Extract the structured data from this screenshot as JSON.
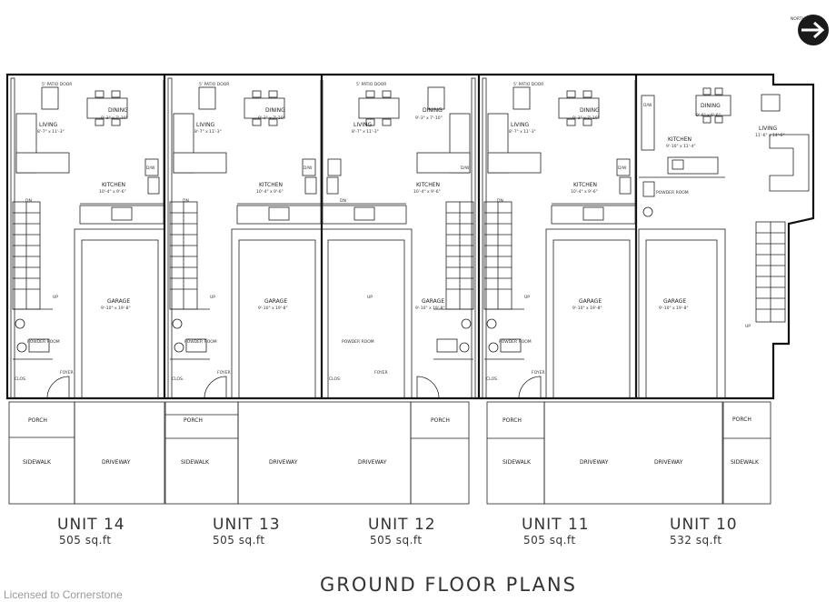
{
  "title": "GROUND FLOOR PLANS",
  "watermark": "Licensed to Cornerstone",
  "compass": {
    "label": "NORTH",
    "icon": "north-arrow-icon"
  },
  "units": [
    {
      "name": "UNIT 14",
      "area": "505 sq.ft",
      "rooms": {
        "patio": "5' PATIO DOOR",
        "dining": "DINING",
        "dining_dim": "9'-3\" x 7'-10\"",
        "living": "LIVING",
        "living_dim": "8'-7\" x 11'-3\"",
        "kitchen": "KITCHEN",
        "kitchen_dim": "10'-4\" x 9'-6\"",
        "garage": "GARAGE",
        "garage_dim": "9'-10\" x 19'-8\"",
        "dw": "D/W",
        "dn": "DN",
        "up": "UP",
        "powder": "POWDER ROOM",
        "clos": "CLOS.",
        "foyer": "FOYER"
      },
      "porch": "PORCH",
      "sidewalk": "SIDEWALK",
      "driveway": "DRIVEWAY"
    },
    {
      "name": "UNIT 13",
      "area": "505 sq.ft",
      "rooms": {
        "patio": "5' PATIO DOOR",
        "dining": "DINING",
        "dining_dim": "9'-3\" x 7'-10\"",
        "living": "LIVING",
        "living_dim": "8'-7\" x 11'-3\"",
        "kitchen": "KITCHEN",
        "kitchen_dim": "10'-4\" x 9'-6\"",
        "garage": "GARAGE",
        "garage_dim": "9'-10\" x 19'-8\"",
        "dw": "D/W",
        "dn": "DN",
        "up": "UP",
        "powder": "POWDER ROOM",
        "clos": "CLOS.",
        "foyer": "FOYER"
      },
      "porch": "PORCH",
      "sidewalk": "SIDEWALK",
      "driveway": "DRIVEWAY"
    },
    {
      "name": "UNIT 12",
      "area": "505 sq.ft",
      "rooms": {
        "patio": "5' PATIO DOOR",
        "dining": "DINING",
        "dining_dim": "9'-3\" x 7'-10\"",
        "living": "LIVING",
        "living_dim": "8'-7\" x 11'-3\"",
        "kitchen": "KITCHEN",
        "kitchen_dim": "10'-4\" x 9'-6\"",
        "garage": "GARAGE",
        "garage_dim": "9'-10\" x 19'-8\"",
        "dw": "D/W",
        "dn": "DN",
        "up": "UP",
        "powder": "POWDER ROOM",
        "clos": "CLOS.",
        "foyer": "FOYER"
      },
      "porch": "PORCH",
      "sidewalk": "",
      "driveway": "DRIVEWAY"
    },
    {
      "name": "UNIT 11",
      "area": "505 sq.ft",
      "rooms": {
        "patio": "5' PATIO DOOR",
        "dining": "DINING",
        "dining_dim": "9'-3\" x 7'-10\"",
        "living": "LIVING",
        "living_dim": "8'-7\" x 11'-3\"",
        "kitchen": "KITCHEN",
        "kitchen_dim": "10'-4\" x 9'-6\"",
        "garage": "GARAGE",
        "garage_dim": "9'-10\" x 19'-8\"",
        "dw": "D/W",
        "dn": "DN",
        "up": "UP",
        "powder": "POWDER ROOM",
        "clos": "CLOS.",
        "foyer": "FOYER"
      },
      "porch": "PORCH",
      "sidewalk": "SIDEWALK",
      "driveway": "DRIVEWAY"
    },
    {
      "name": "UNIT 10",
      "area": "532 sq.ft",
      "rooms": {
        "dining": "DINING",
        "dining_dim": "9'-6\" x 6'-6\"",
        "living": "LIVING",
        "living_dim": "11'-6\" x 14'-6\"",
        "kitchen": "KITCHEN",
        "kitchen_dim": "9'-10\" x 11'-4\"",
        "garage": "GARAGE",
        "garage_dim": "9'-10\" x 19'-8\"",
        "dw": "D/W",
        "up": "UP",
        "powder": "POWDER ROOM"
      },
      "porch": "PORCH",
      "sidewalk": "SIDEWALK",
      "driveway": "DRIVEWAY"
    }
  ]
}
